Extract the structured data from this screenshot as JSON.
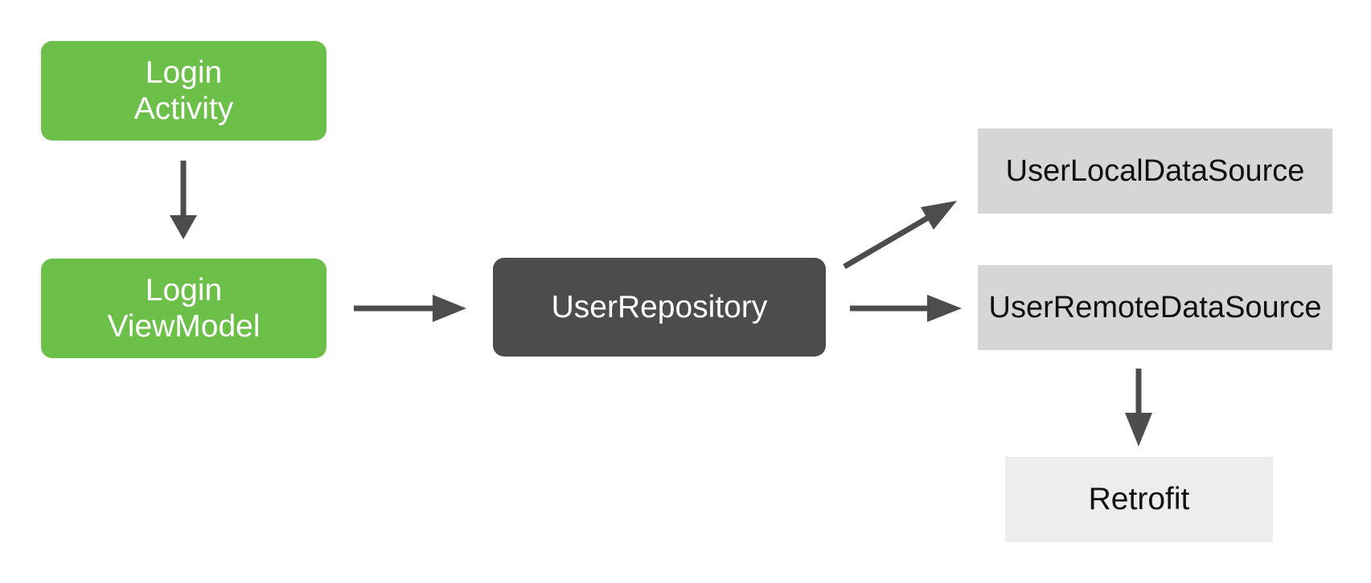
{
  "diagram": {
    "nodes": {
      "login_activity": {
        "line1": "Login",
        "line2": "Activity",
        "bg": "#6CC04A",
        "text_color": "#FFFFFF"
      },
      "login_viewmodel": {
        "line1": "Login",
        "line2": "ViewModel",
        "bg": "#6CC04A",
        "text_color": "#FFFFFF"
      },
      "user_repository": {
        "label": "UserRepository",
        "bg": "#4C4C4C",
        "text_color": "#FFFFFF"
      },
      "user_local_data_source": {
        "label": "UserLocalDataSource",
        "bg": "#D6D6D6",
        "text_color": "#111111"
      },
      "user_remote_data_source": {
        "label": "UserRemoteDataSource",
        "bg": "#D6D6D6",
        "text_color": "#111111"
      },
      "retrofit": {
        "label": "Retrofit",
        "bg": "#EDEDED",
        "text_color": "#111111"
      }
    },
    "edges": [
      {
        "from": "login_activity",
        "to": "login_viewmodel"
      },
      {
        "from": "login_viewmodel",
        "to": "user_repository"
      },
      {
        "from": "user_repository",
        "to": "user_local_data_source"
      },
      {
        "from": "user_repository",
        "to": "user_remote_data_source"
      },
      {
        "from": "user_remote_data_source",
        "to": "retrofit"
      }
    ],
    "colors": {
      "background": "#FFFFFF",
      "arrow": "#4D4D4D",
      "green": "#6CC04A",
      "dark_gray": "#4C4C4C",
      "light_gray": "#D6D6D6",
      "lighter_gray": "#EDEDED"
    }
  }
}
